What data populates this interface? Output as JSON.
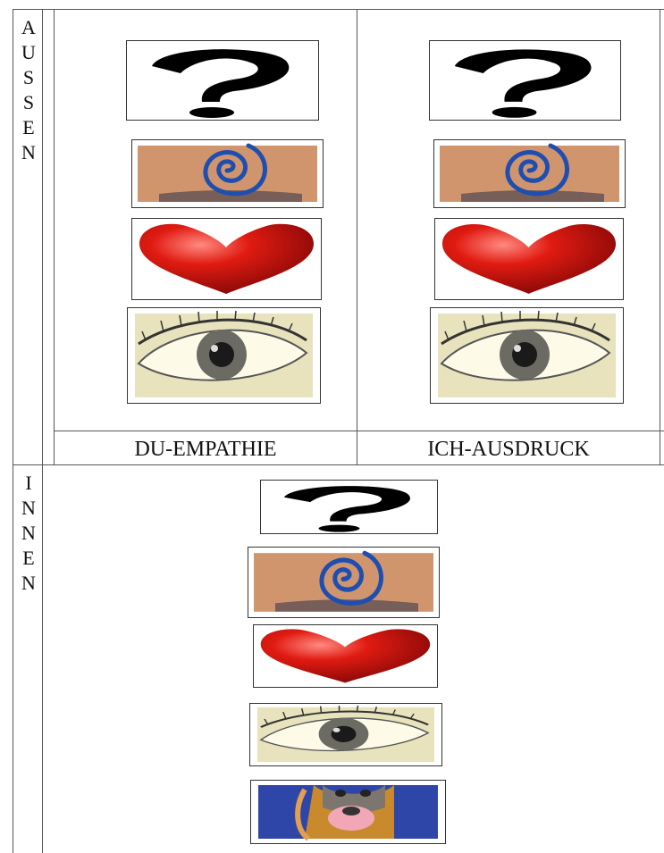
{
  "outer_label": [
    "A",
    "U",
    "S",
    "S",
    "E",
    "N"
  ],
  "inner_label": [
    "I",
    "N",
    "N",
    "E",
    "N"
  ],
  "columns": {
    "left_label": "DU-EMPATHIE",
    "right_label": "ICH-AUSDRUCK"
  },
  "symbols": {
    "outer_column_set": [
      "question-mark",
      "belly-spiral",
      "red-heart",
      "eye"
    ],
    "inner_set": [
      "question-mark",
      "belly-spiral",
      "red-heart",
      "eye",
      "dog-face"
    ]
  }
}
